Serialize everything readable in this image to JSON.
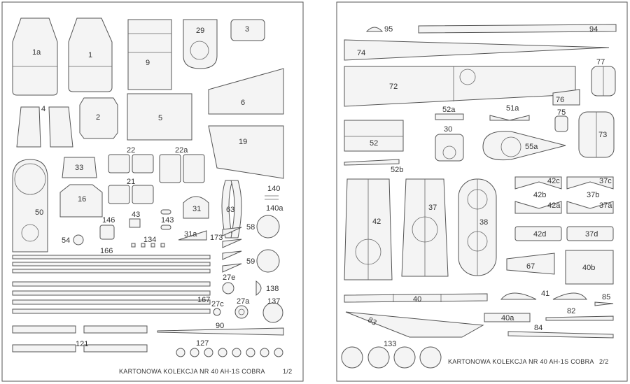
{
  "sheets": [
    {
      "title": "KARTONOWA KOLEKCJA  NR 40   AH-1S COBRA",
      "page": "1/2"
    },
    {
      "title": "KARTONOWA KOLEKCJA  NR 40   AH-1S COBRA",
      "page": "2/2"
    }
  ],
  "labels": {
    "p1a": "1a",
    "p1": "1",
    "p9": "9",
    "p29": "29",
    "p3": "3",
    "p4": "4",
    "p2": "2",
    "p5": "5",
    "p6": "6",
    "p19": "19",
    "p33": "33",
    "p22": "22",
    "p22a": "22a",
    "p21": "21",
    "p16": "16",
    "p50": "50",
    "p31": "31",
    "p63": "63",
    "p140": "140",
    "p140a": "140a",
    "p43": "43",
    "p143": "143",
    "p146": "146",
    "p54": "54",
    "p134": "134",
    "p31a": "31a",
    "p58": "58",
    "p173": "173",
    "p166": "166",
    "p59": "59",
    "p27e": "27e",
    "p138": "138",
    "p167": "167",
    "p27c": "27c",
    "p27a": "27a",
    "p137": "137",
    "p90": "90",
    "p121": "121",
    "p127": "127",
    "p95": "95",
    "p94": "94",
    "p74": "74",
    "p72": "72",
    "p77": "77",
    "p76": "76",
    "p52a": "52a",
    "p51a": "51a",
    "p75": "75",
    "p30": "30",
    "p52": "52",
    "p55a": "55a",
    "p73": "73",
    "p52b": "52b",
    "p42c": "42c",
    "p37c": "37c",
    "p42b": "42b",
    "p37b": "37b",
    "p42": "42",
    "p37": "37",
    "p38": "38",
    "p42a": "42a",
    "p37a": "37a",
    "p42d": "42d",
    "p37d": "37d",
    "p67": "67",
    "p40b": "40b",
    "p41": "41",
    "p40": "40",
    "p85": "85",
    "p82": "82",
    "p83": "83",
    "p40a": "40a",
    "p84": "84",
    "p133": "133"
  }
}
